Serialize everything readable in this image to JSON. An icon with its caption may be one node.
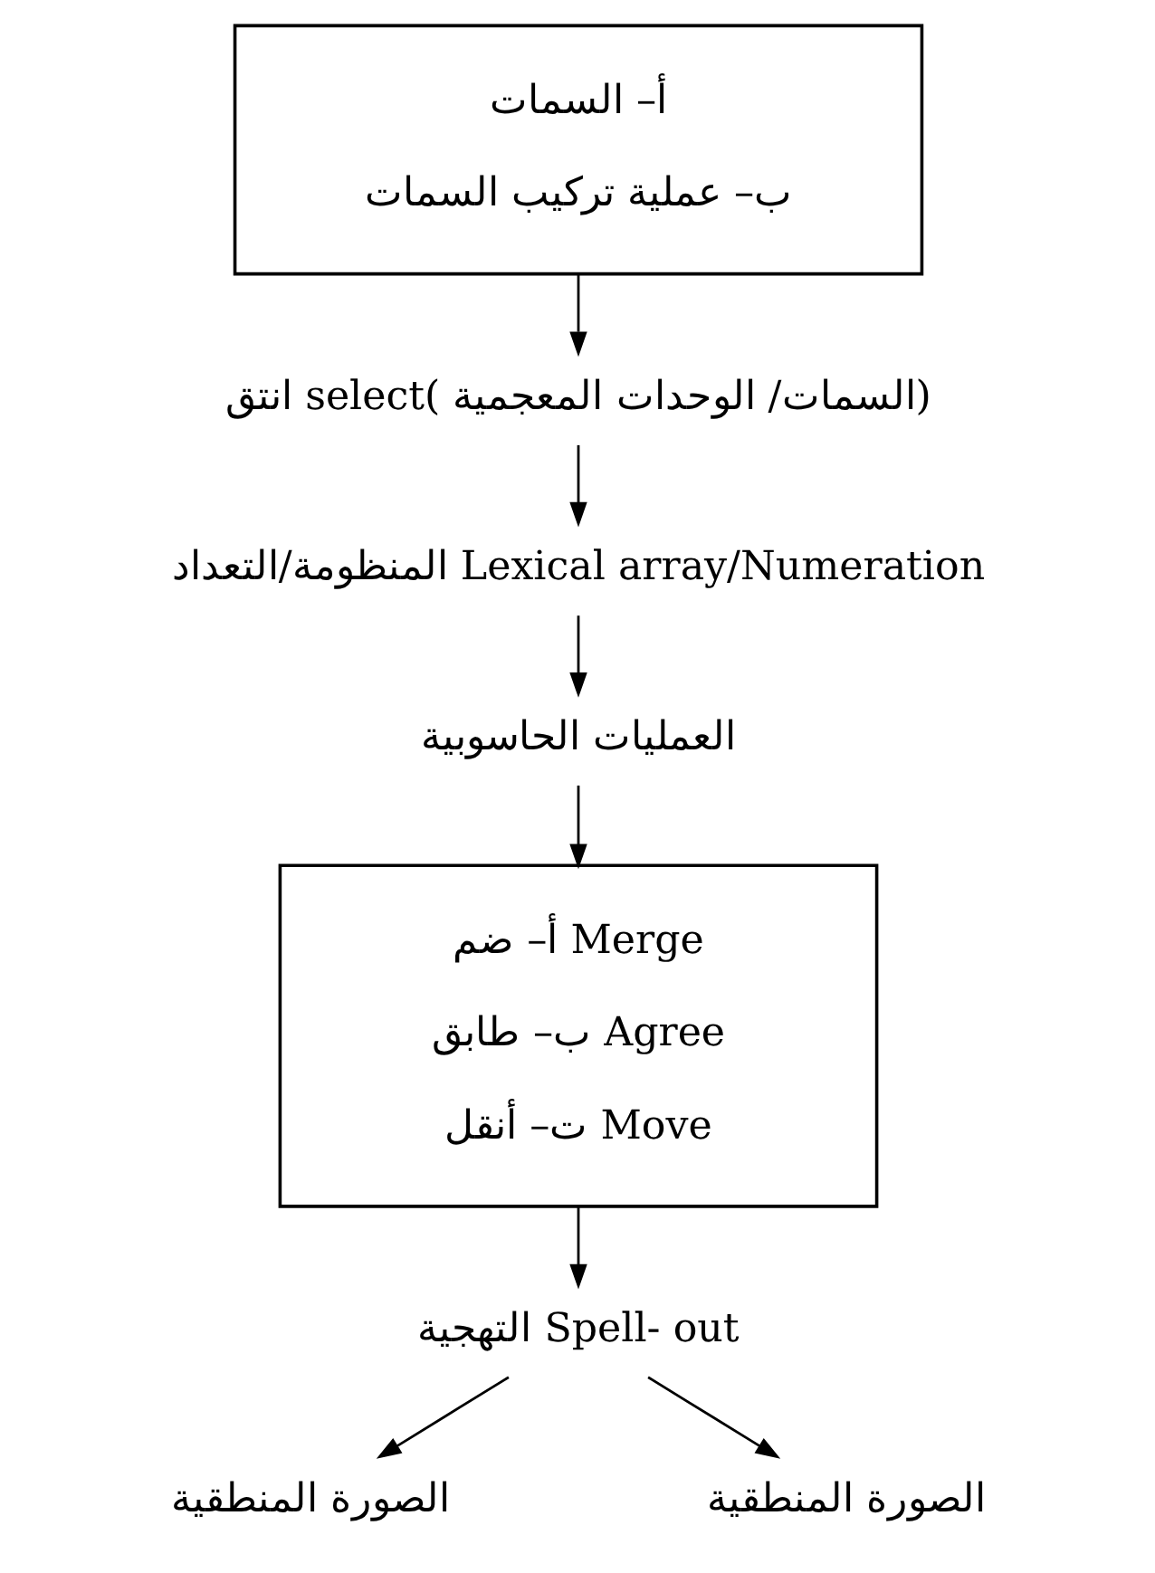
{
  "diagram": {
    "nodes": [
      {
        "text": [
          "أ– السمات",
          "ب– عملية تركيب السمات"
        ]
      },
      {
        "text": [
          "انتق select( السمات/ الوحدات المعجمية)"
        ]
      },
      {
        "text": [
          "المنظومة/التعداد Lexical array/Numeration"
        ]
      },
      {
        "text": [
          "العمليات الحاسوبية"
        ]
      },
      {
        "text": [
          "أ– ضم Merge",
          "ب– طابق Agree",
          "ت– أنقل Move"
        ]
      },
      {
        "text": [
          "التهجية Spell- out"
        ]
      },
      {
        "text": [
          "الصورة المنطقية"
        ]
      },
      {
        "text": [
          "الصورة المنطقية"
        ]
      }
    ],
    "edges": [
      {
        "from": 0,
        "to": 1,
        "arrow": "to"
      },
      {
        "from": 1,
        "to": 2,
        "arrow": "to"
      },
      {
        "from": 2,
        "to": 3,
        "arrow": "to"
      },
      {
        "from": 3,
        "to": 4,
        "arrow": "to"
      },
      {
        "from": 4,
        "to": 5,
        "arrow": "to"
      },
      {
        "from": 5,
        "to": 6,
        "arrow": "to"
      },
      {
        "from": 5,
        "to": 7,
        "arrow": "to"
      }
    ]
  }
}
